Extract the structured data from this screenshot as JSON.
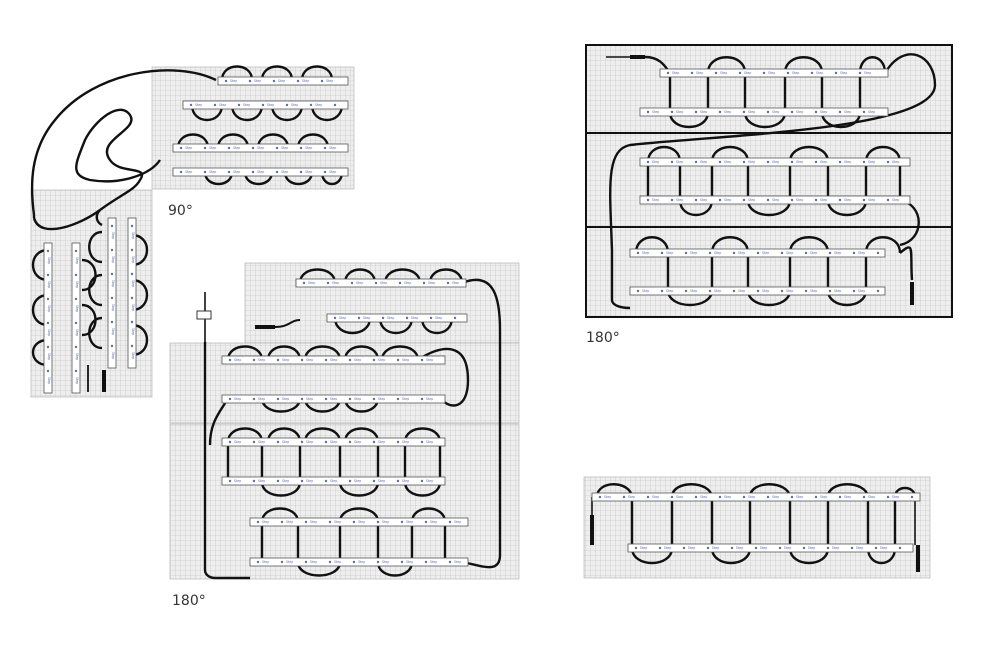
{
  "labels": {
    "top_left_angle": "90°",
    "bottom_left_angle": "180°",
    "top_right_angle": "180°"
  },
  "strip_text": "Step",
  "colors": {
    "cable": "#111111",
    "grid_bg": "#eeeeee",
    "grid_line": "#b9b9b9",
    "strip_fill": "#ffffff",
    "strip_stroke": "#555555",
    "strip_accent": "#5a6fb0"
  }
}
